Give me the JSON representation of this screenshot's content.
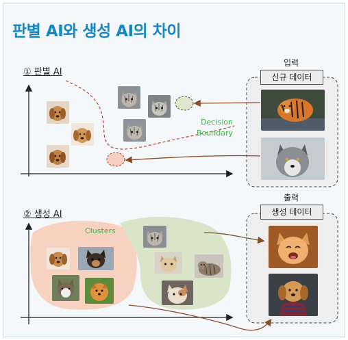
{
  "title": "판별 AI와 생성 AI의 차이",
  "discriminative": {
    "label": "① 판별 AI",
    "input_label": "입력",
    "input_box": "신규 데이터",
    "boundary_label_line1": "Decision",
    "boundary_label_line2": "Boundary"
  },
  "generative": {
    "label": "② 생성 AI",
    "output_label": "출력",
    "output_box": "생성 데이터",
    "clusters_label": "Clusters"
  },
  "colors": {
    "title": "#1487c4",
    "annotation": "#3fae49",
    "boundary": "#c0392b",
    "arrow": "#8a4a2a",
    "dog_cluster": "#f7d2c1",
    "cat_cluster": "#d9e4c9"
  }
}
